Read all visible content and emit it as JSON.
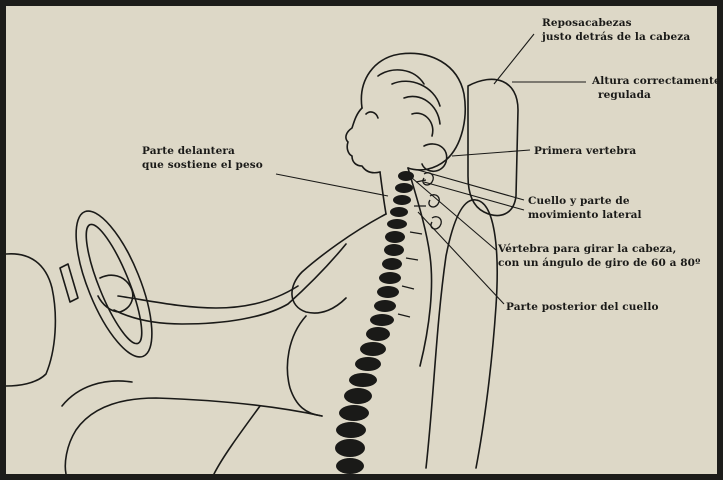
{
  "labels": {
    "headrest_l1": "Reposacabezas",
    "headrest_l2": "justo detrás de la cabeza",
    "height_l1": "Altura correctamente",
    "height_l2": "regulada",
    "front_l1": "Parte delantera",
    "front_l2": "que sostiene el peso",
    "first_vertebra": "Primera vertebra",
    "neck_lat_l1": "Cuello y parte de",
    "neck_lat_l2": "movimiento lateral",
    "rot_l1": "Vértebra para girar la cabeza,",
    "rot_l2": "con un ángulo de giro de 60 a 80º",
    "back_neck": "Parte posterior del cuello"
  },
  "colors": {
    "paper": "#ddd8c7",
    "ink": "#1a1a18",
    "border": "#1c1c1a"
  }
}
